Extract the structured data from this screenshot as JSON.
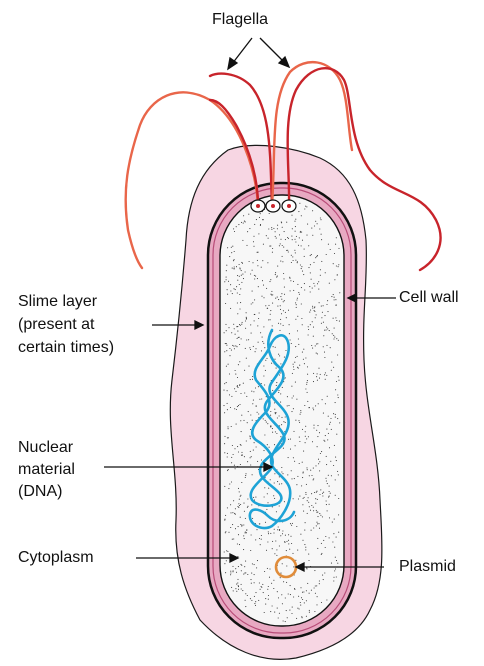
{
  "labels": {
    "flagella": "Flagella",
    "slime_layer_1": "Slime layer",
    "slime_layer_2": "(present at",
    "slime_layer_3": "certain times)",
    "cell_wall": "Cell wall",
    "nuclear_1": "Nuclear",
    "nuclear_2": "material",
    "nuclear_3": "(DNA)",
    "cytoplasm": "Cytoplasm",
    "plasmid": "Plasmid"
  },
  "colors": {
    "slime_layer": "#f7d6e3",
    "cell_wall_fill": "#e8a9c2",
    "cytoplasm": "#f7f7f7",
    "dna": "#1ea3d6",
    "plasmid": "#e08c3a",
    "flagellum_dark": "#c8242b",
    "flagellum_light": "#e9664a",
    "outline": "#1a1a1a"
  }
}
